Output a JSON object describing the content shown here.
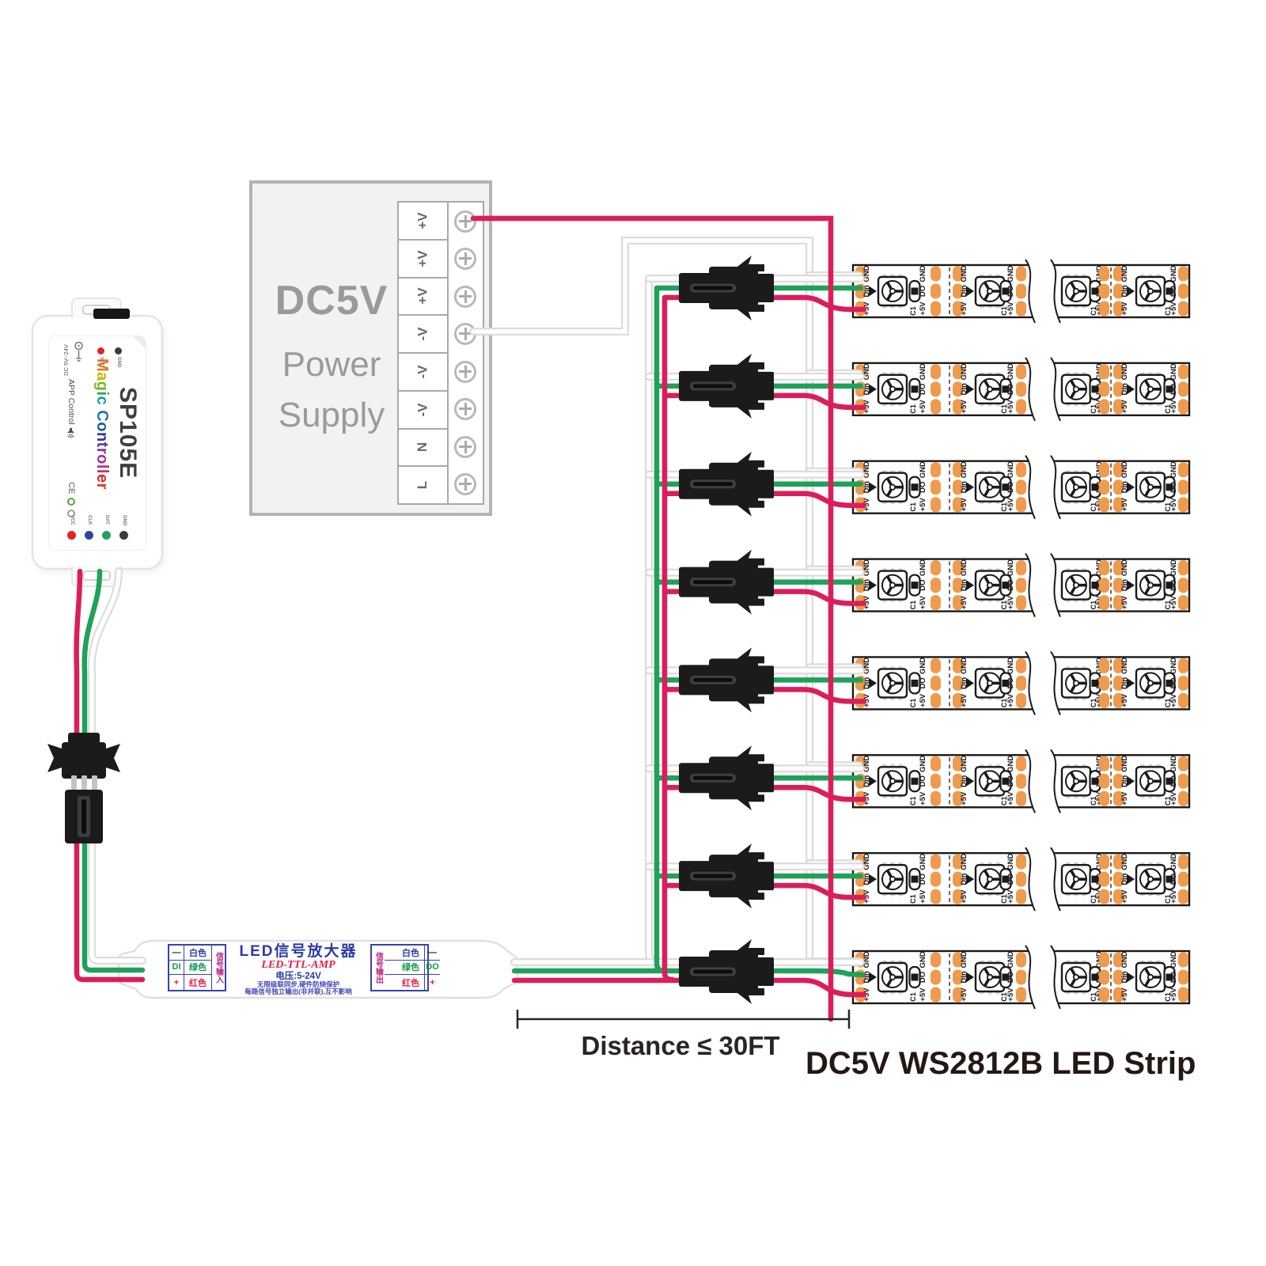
{
  "annotations": {
    "distance": "Distance ≤ 30FT",
    "strip_title": "DC5V WS2812B LED Strip"
  },
  "power_supply": {
    "line1": "DC5V",
    "line2": "Power",
    "line3": "Supply",
    "terminals": [
      "+V",
      "+V",
      "+V",
      "-V",
      "-V",
      "-V",
      "N",
      "L"
    ]
  },
  "controller": {
    "model": "SP105E",
    "brand": "Magic Controller",
    "dc_input_label": "DC 5V~24V",
    "app_label": "APP Control",
    "cert_label": "CE",
    "top_pins": [
      {
        "label": "GND",
        "color": "#3a3a3a"
      },
      {
        "label": "VCC",
        "color": "#e62129"
      }
    ],
    "output_pins": [
      {
        "label": "GND",
        "color": "#3a3a3a"
      },
      {
        "label": "DAT",
        "color": "#1fa35c"
      },
      {
        "label": "CLK",
        "color": "#2f43a0"
      },
      {
        "label": "VCC",
        "color": "#e62129"
      }
    ]
  },
  "amplifier": {
    "title": "LED信号放大器",
    "subtitle": "LED-TTL-AMP",
    "voltage": "电压:5-24V",
    "feature_line1": "无限级联同步,硬件防烧保护",
    "feature_line2": "每路信号独立输出(非并联),互不影响",
    "input_label": "信号输入",
    "output_label": "信号输出",
    "input_rows": [
      {
        "symbol": "—",
        "symbol_color": "#222222",
        "name": "白色",
        "name_color": "#2b3aa6"
      },
      {
        "symbol": "DI",
        "symbol_color": "#0f9d49",
        "name": "绿色",
        "name_color": "#0f9d49"
      },
      {
        "symbol": "+",
        "symbol_color": "#e61b44",
        "name": "红色",
        "name_color": "#e61b44"
      }
    ],
    "output_rows": [
      {
        "symbol": "—",
        "symbol_color": "#222222",
        "name": "白色",
        "name_color": "#2b3aa6"
      },
      {
        "symbol": "DO",
        "symbol_color": "#0f9d49",
        "name": "绿色",
        "name_color": "#0f9d49"
      },
      {
        "symbol": "+",
        "symbol_color": "#e61b44",
        "name": "红色",
        "name_color": "#e61b44"
      }
    ]
  },
  "led_strip": {
    "row_count": 8,
    "input_pad_labels": [
      "GND",
      "Din",
      "+5V"
    ],
    "output_pad_labels": [
      "GND",
      "DO",
      "+5V"
    ],
    "capacitor_label": "C1"
  },
  "colors": {
    "wire_red": "#DC1D5C",
    "wire_green": "#1EA259",
    "wire_white_edge": "#dcdcdc",
    "pad_orange": "#F09A4D",
    "connector_black": "#1b1b1b",
    "rainbow": [
      "#e67817",
      "#c8b400",
      "#76b82a",
      "#2aa45c",
      "#12a19b",
      "#1b75bb",
      "#2058a8",
      "#32399f",
      "#5b3a9e",
      "#7d3a9b",
      "#a03399",
      "#c02d86",
      "#d22a62",
      "#e0282f",
      "#e8391b"
    ]
  }
}
